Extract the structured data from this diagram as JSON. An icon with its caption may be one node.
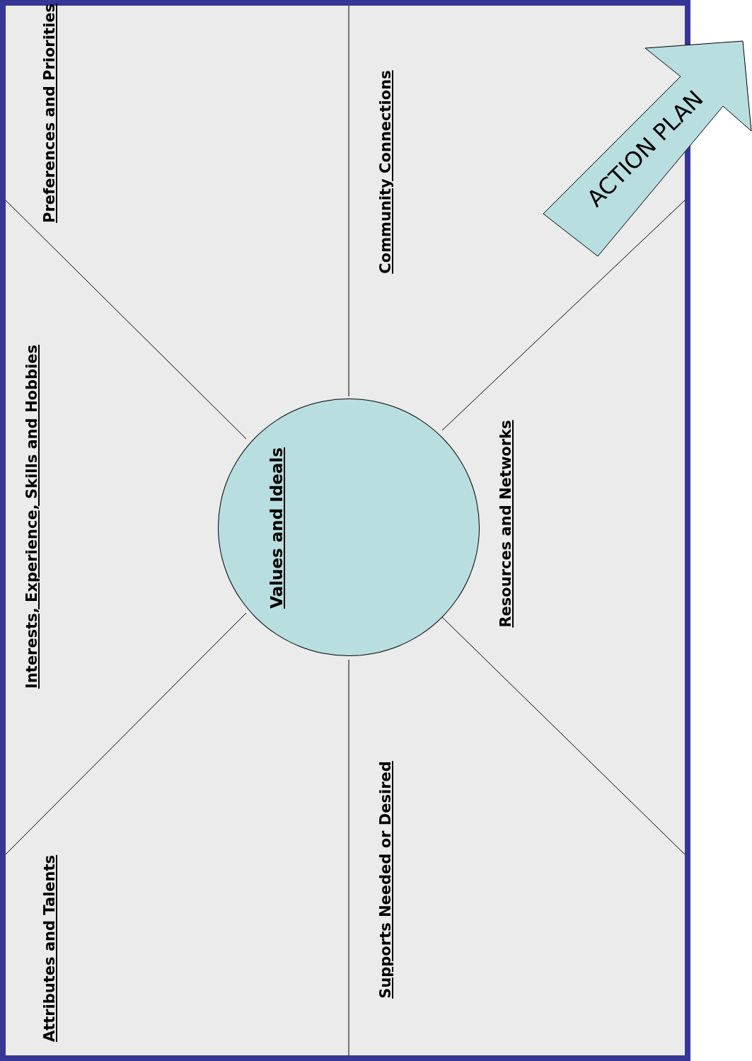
{
  "diagram": {
    "nodes": [
      {
        "text": [
          "Values and Ideals"
        ]
      },
      {
        "text": [
          "ACTION PLAN"
        ]
      }
    ],
    "labels": [
      "Preferences and Priorities",
      "Interests, Experience, Skills and Hobbies",
      "Attributes and Talents",
      "Community Connections",
      "Supports Needed or Desired",
      "Resources and Networks"
    ]
  }
}
